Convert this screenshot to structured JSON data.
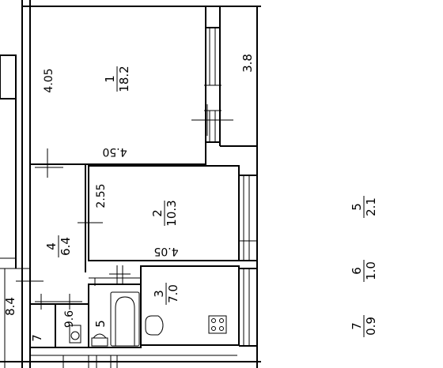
{
  "rooms": [
    {
      "num": "1",
      "area": "18.2",
      "dim_a": "4.05",
      "dim_b": "4.50"
    },
    {
      "num": "2",
      "area": "10.3",
      "dim_a": "2.55",
      "dim_b": "4.05"
    },
    {
      "num": "3",
      "area": "7.0"
    },
    {
      "num": "4",
      "area": "6.4"
    }
  ],
  "balcony_dim": "3.8",
  "left_labels": {
    "a": "8.4",
    "b": "7",
    "c": "9.6",
    "d": "5"
  },
  "legend": [
    {
      "num": "5",
      "area": "2.1"
    },
    {
      "num": "6",
      "area": "1.0"
    },
    {
      "num": "7",
      "area": "0.9"
    }
  ]
}
